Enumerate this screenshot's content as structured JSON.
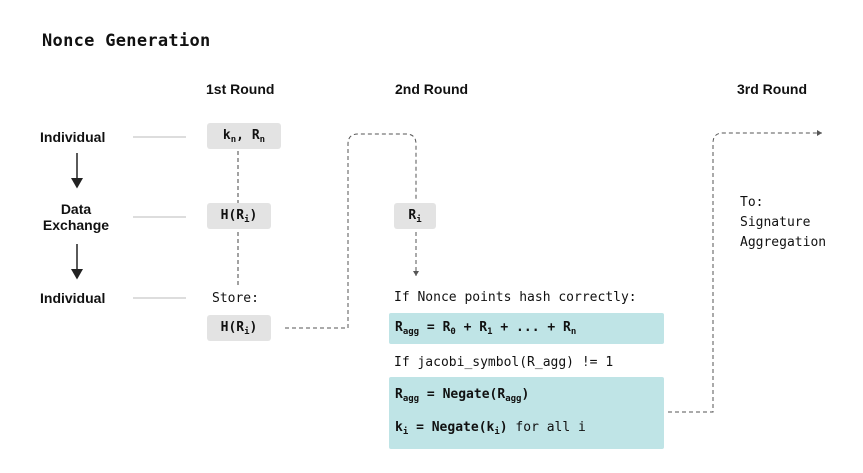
{
  "title": "Nonce Generation",
  "columns": {
    "round1": "1st Round",
    "round2": "2nd Round",
    "round3": "3rd Round"
  },
  "rows": {
    "row1": "Individual",
    "row2_line1": "Data",
    "row2_line2": "Exchange",
    "row3": "Individual"
  },
  "round1": {
    "commit": {
      "k": "k",
      "k_sub": "n",
      "sep": ", ",
      "r": "R",
      "r_sub": "n"
    },
    "hash": {
      "pre": "H(R",
      "sub": "i",
      "post": ")"
    },
    "store_label": "Store:",
    "stored": {
      "pre": "H(R",
      "sub": "i",
      "post": ")"
    }
  },
  "round2": {
    "exchanged": {
      "r": "R",
      "sub": "i"
    },
    "check_text": "If Nonce points hash correctly:",
    "agg": {
      "r": "R",
      "r_sub": "agg",
      "eq": " = R",
      "s0": "0",
      "p1": " + R",
      "s1": "1",
      "mid": " + ... + R",
      "sn": "n"
    },
    "jacobi_text": "If jacobi_symbol(R_agg) != 1",
    "negate1": {
      "r": "R",
      "r_sub": "agg",
      "mid": " = Negate(R",
      "r2_sub": "agg",
      "post": ")"
    },
    "negate2": {
      "k": "k",
      "k_sub": "i",
      "mid": " = Negate(k",
      "k2_sub": "i",
      "post": ")",
      "tail": " for all i"
    }
  },
  "round3": {
    "to_line1": "To:",
    "to_line2": "Signature",
    "to_line3": "Aggregation"
  }
}
